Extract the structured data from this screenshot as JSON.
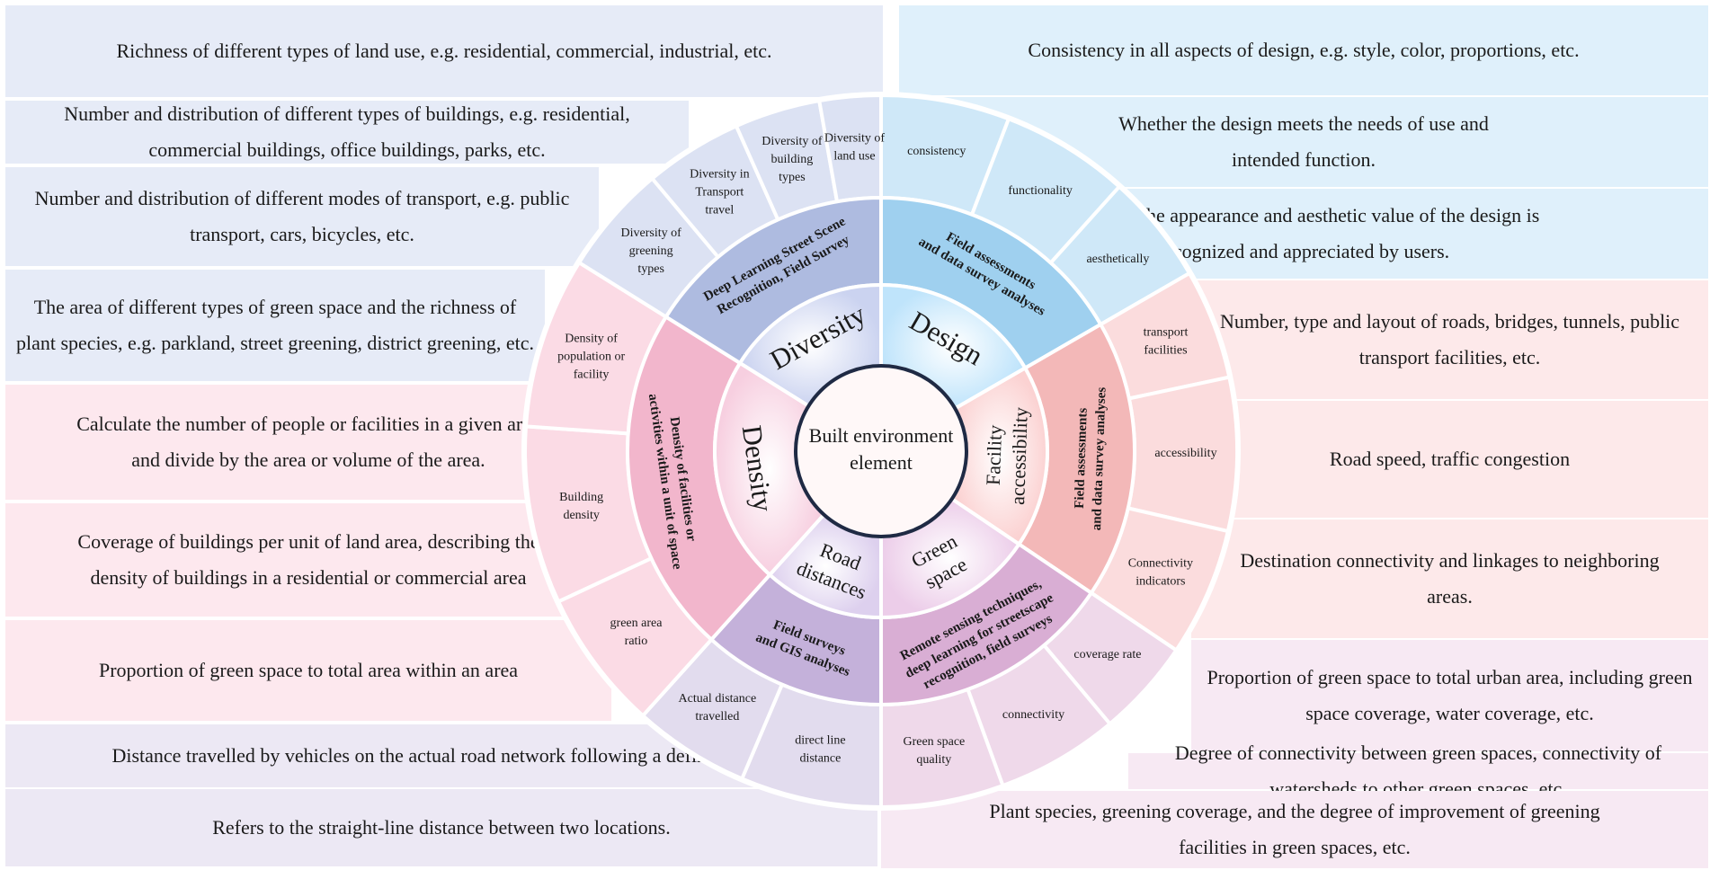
{
  "center": {
    "lines": [
      "Built environment",
      "element"
    ]
  },
  "categories": [
    {
      "id": "design",
      "name_lines": [
        "Design"
      ],
      "method_lines": [
        "Field assessments",
        "and data survey analyses"
      ],
      "color": "#9fd0ef"
    },
    {
      "id": "facility",
      "name_lines": [
        "Facility",
        "accessibility"
      ],
      "method_lines": [
        "Field assessments",
        "and data survey analyses"
      ],
      "color": "#f3b8b8"
    },
    {
      "id": "green",
      "name_lines": [
        "Green",
        "space"
      ],
      "method_lines": [
        "Remote sensing techniques,",
        "deep learning for streetscape",
        "recognition, field surveys"
      ],
      "color": "#d9aed4"
    },
    {
      "id": "road",
      "name_lines": [
        "Road",
        "distances"
      ],
      "method_lines": [
        "Field surveys",
        "and GIS analyses"
      ],
      "color": "#c4b1da"
    },
    {
      "id": "density",
      "name_lines": [
        "Density"
      ],
      "method_lines": [
        "Density of facilities or",
        "activities within a unit of space"
      ],
      "color": "#f2b6cc"
    },
    {
      "id": "diversity",
      "name_lines": [
        "Diversity"
      ],
      "method_lines": [
        "Deep Learning Street Scene",
        "Recognition, Field Survey"
      ],
      "color": "#aebbe0"
    }
  ],
  "indicators": [
    {
      "lines": [
        "consistency"
      ],
      "description_lines": [
        "Consistency in all aspects of design, e.g. style, color, proportions, etc."
      ]
    },
    {
      "lines": [
        "functionality"
      ],
      "description_lines": [
        "Whether the design meets the needs of use and",
        "intended function."
      ]
    },
    {
      "lines": [
        "aesthetically"
      ],
      "description_lines": [
        "Whether the appearance and aesthetic value of the design is",
        "recognized and appreciated by users."
      ]
    },
    {
      "lines": [
        "transport",
        "facilities"
      ],
      "description_lines": [
        "Number, type and layout of roads, bridges, tunnels, public",
        "transport facilities, etc."
      ]
    },
    {
      "lines": [
        "accessibility"
      ],
      "description_lines": [
        "Road speed, traffic congestion"
      ]
    },
    {
      "lines": [
        "Connectivity",
        "indicators"
      ],
      "description_lines": [
        "Destination connectivity and linkages to neighboring",
        "areas."
      ]
    },
    {
      "lines": [
        "coverage rate"
      ],
      "description_lines": [
        "Proportion of green space to total urban area, including green",
        "space coverage, water coverage, etc."
      ]
    },
    {
      "lines": [
        "connectivity"
      ],
      "description_lines": [
        "Degree of connectivity between green spaces, connectivity of",
        "watersheds to other green spaces, etc."
      ]
    },
    {
      "lines": [
        "Green space",
        "quality"
      ],
      "description_lines": [
        "Plant species, greening coverage, and the degree of improvement of greening",
        "facilities in green spaces, etc."
      ]
    },
    {
      "lines": [
        "direct line",
        "distance"
      ],
      "description_lines": [
        "Refers to the straight-line distance between two locations."
      ]
    },
    {
      "lines": [
        "Actual distance",
        "travelled"
      ],
      "description_lines": [
        "Distance travelled by vehicles on the actual road network following a defined route"
      ]
    },
    {
      "lines": [
        "green area",
        "ratio"
      ],
      "description_lines": [
        "Proportion of green space to total area within an area"
      ]
    },
    {
      "lines": [
        "Building",
        "density"
      ],
      "description_lines": [
        "Coverage of buildings per unit of land area, describing the",
        "density of buildings in a residential or commercial area"
      ]
    },
    {
      "lines": [
        "Density of",
        "population or",
        "facility"
      ],
      "description_lines": [
        "Calculate the number of people or facilities in a given area",
        "and divide by the area or volume of the area."
      ]
    },
    {
      "lines": [
        "Diversity of",
        "greening",
        "types"
      ],
      "description_lines": [
        "The area of different types of green space and the richness of",
        "plant species, e.g. parkland, street greening, district greening, etc."
      ]
    },
    {
      "lines": [
        "Diversity in",
        "Transport",
        "travel"
      ],
      "description_lines": [
        "Number and distribution of different modes of transport, e.g. public",
        "transport, cars, bicycles, etc."
      ]
    },
    {
      "lines": [
        "Diversity of",
        "building",
        "types"
      ],
      "description_lines": [
        "Number and distribution of different types of buildings, e.g. residential,",
        "commercial buildings, office buildings, parks, etc."
      ]
    },
    {
      "lines": [
        "Diversity of",
        "land use"
      ],
      "description_lines": [
        "Richness of different types of land use, e.g. residential, commercial, industrial, etc."
      ]
    }
  ]
}
